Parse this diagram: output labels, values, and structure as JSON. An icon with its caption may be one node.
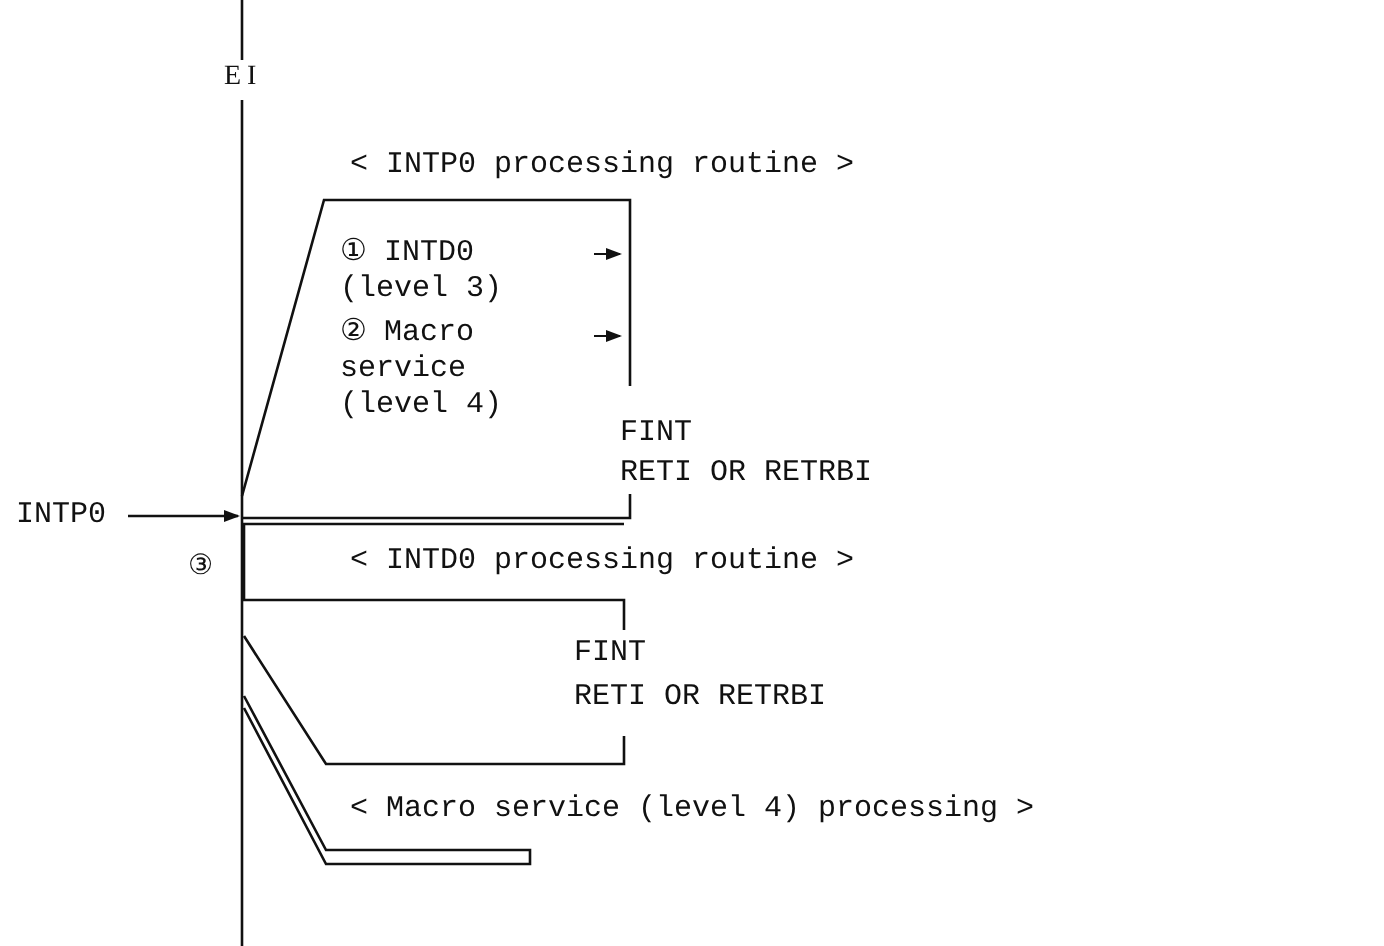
{
  "diagram": {
    "nodes": [
      {
        "text": [
          "< INTP0 processing routine >",
          "① INTD0 (level 3)",
          "② Macro service (level 4)",
          "FINT",
          "RETI OR RETRBI"
        ]
      },
      {
        "text": [
          "< INTD0 processing routine >",
          "FINT",
          "RETI OR RETRBI"
        ]
      },
      {
        "text": [
          "< Macro service (level 4) processing >"
        ]
      },
      {
        "text": [
          "INTP0"
        ]
      }
    ],
    "edges": [
      {
        "from": 3,
        "to": 0,
        "arrow": "to"
      }
    ],
    "labels": [
      "EI",
      "③"
    ]
  }
}
